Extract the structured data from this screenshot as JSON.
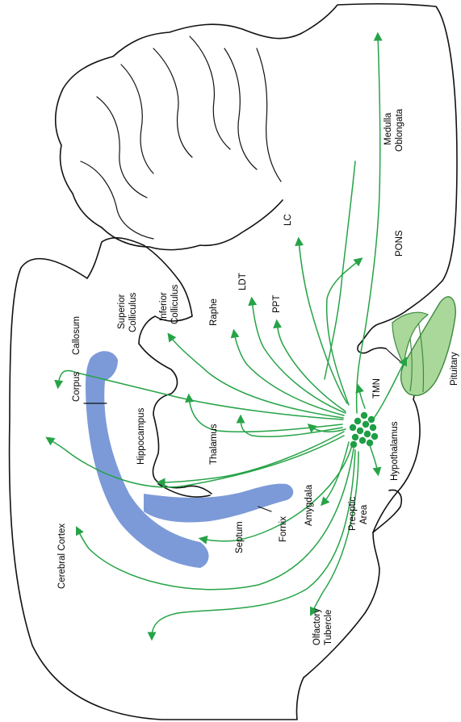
{
  "colors": {
    "outline": "#111111",
    "projection": "#26a347",
    "nucleus": "#1e9e45",
    "corpus_fornix": "#7c9ad8",
    "pituitary_fill": "#a9d89a",
    "pituitary_stroke": "#3f8a3f"
  },
  "labels": {
    "cerebral_cortex": "Cerebral  Cortex",
    "corpus": "Corpus",
    "callosum": "Callosum",
    "hippocampus": "Hippocampus",
    "superior": "Superior",
    "colliculus_sup": "Colliculus",
    "inferior": "Inferior",
    "colliculus_inf": "Colliculus",
    "thalamus": "Thalamus",
    "raphe": "Raphe",
    "ldt": "LDT",
    "ppt": "PPT",
    "lc": "LC",
    "pons": "PONS",
    "medulla": "Medulla",
    "oblongata": "Oblongata",
    "tmn": "TMN",
    "hypothalamus": "Hypothalamus",
    "pituitary": "Pituitary",
    "septum": "Septum",
    "fornix": "Fornix",
    "amygdala": "Amygdala",
    "preoptic": "Preoptic",
    "area": "Area",
    "olfactory": "Olfactory",
    "tubercle": "Tubercle"
  }
}
